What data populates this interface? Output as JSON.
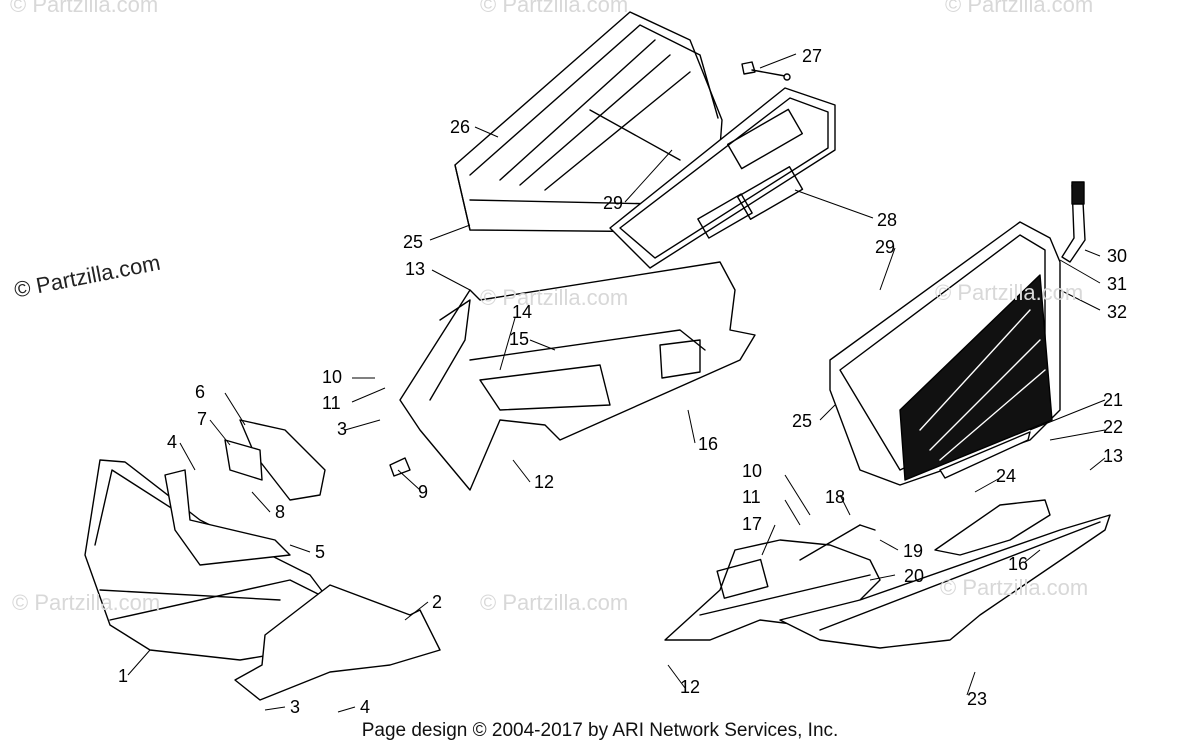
{
  "brand": "© Partzilla.com",
  "watermark": "© Partzilla.com",
  "footer": "Page design © 2004-2017 by ARI Network Services, Inc.",
  "callouts": [
    "1",
    "2",
    "3",
    "3",
    "4",
    "4",
    "5",
    "6",
    "7",
    "8",
    "9",
    "10",
    "10",
    "11",
    "11",
    "12",
    "12",
    "13",
    "13",
    "14",
    "15",
    "16",
    "16",
    "17",
    "18",
    "19",
    "20",
    "21",
    "22",
    "23",
    "24",
    "25",
    "25",
    "26",
    "27",
    "28",
    "29",
    "29",
    "30",
    "31",
    "32"
  ]
}
